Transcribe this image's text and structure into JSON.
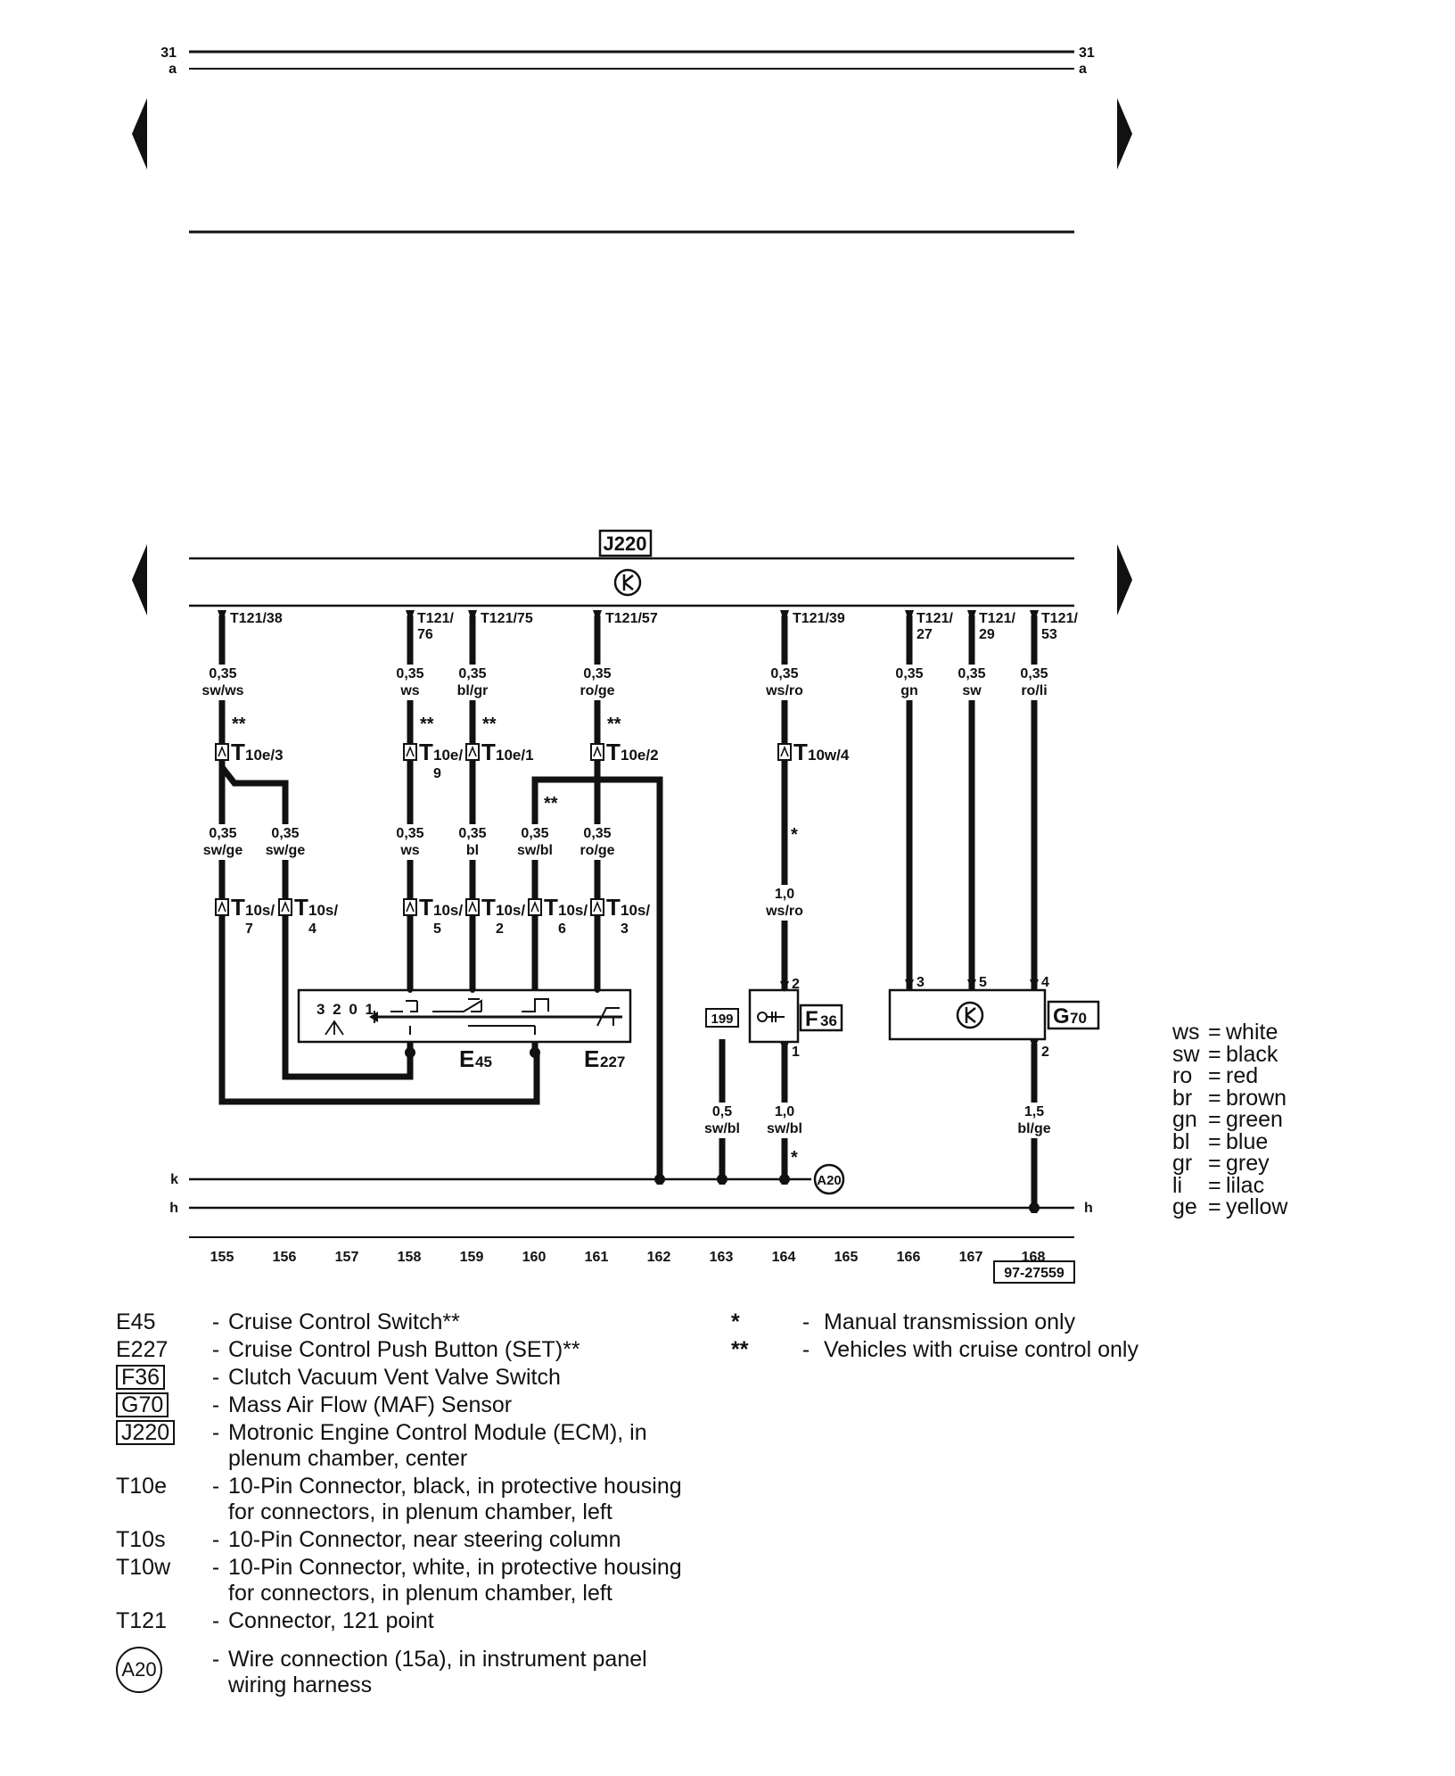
{
  "top": {
    "left_num": "31",
    "left_sub": "a",
    "right_num": "31",
    "right_sub": "a"
  },
  "ecm_label": "J220",
  "pins": {
    "p38": "T121/38",
    "p76a": "T121/",
    "p76b": "76",
    "p75": "T121/75",
    "p57": "T121/57",
    "p39": "T121/39",
    "p27a": "T121/",
    "p27b": "27",
    "p29a": "T121/",
    "p29b": "29",
    "p53a": "T121/",
    "p53b": "53"
  },
  "wires": {
    "w1a": "0,35",
    "w1b": "sw/ws",
    "w2a": "0,35",
    "w2b": "ws",
    "w3a": "0,35",
    "w3b": "bl/gr",
    "w4a": "0,35",
    "w4b": "ro/ge",
    "w5a": "0,35",
    "w5b": "ws/ro",
    "w6a": "0,35",
    "w6b": "gn",
    "w7a": "0,35",
    "w7b": "sw",
    "w8a": "0,35",
    "w8b": "ro/li",
    "w9a": "0,35",
    "w9b": "sw/ge",
    "w10a": "0,35",
    "w10b": "sw/ge",
    "w11a": "0,35",
    "w11b": "ws",
    "w12a": "0,35",
    "w12b": "bl",
    "w13a": "0,35",
    "w13b": "sw/bl",
    "w14a": "0,35",
    "w14b": "ro/ge",
    "w15a": "1,0",
    "w15b": "ws/ro",
    "w16a": "0,5",
    "w16b": "sw/bl",
    "w17a": "1,0",
    "w17b": "sw/bl",
    "w18a": "1,5",
    "w18b": "bl/ge"
  },
  "stars2": "**",
  "star1": "*",
  "connectors": {
    "t10e3_main": "T",
    "t10e3_sub": "10e/3",
    "t10e9_main": "T",
    "t10e9_sub": "10e/",
    "t10e9_num": "9",
    "t10e1_main": "T",
    "t10e1_sub": "10e/1",
    "t10e2_main": "T",
    "t10e2_sub": "10e/2",
    "t10w4_main": "T",
    "t10w4_sub": "10w/4",
    "t10s7_main": "T",
    "t10s7_sub": "10s/",
    "t10s7_num": "7",
    "t10s4_main": "T",
    "t10s4_sub": "10s/",
    "t10s4_num": "4",
    "t10s5_main": "T",
    "t10s5_sub": "10s/",
    "t10s5_num": "5",
    "t10s2_main": "T",
    "t10s2_sub": "10s/",
    "t10s2_num": "2",
    "t10s6_main": "T",
    "t10s6_sub": "10s/",
    "t10s6_num": "6",
    "t10s3_main": "T",
    "t10s3_sub": "10s/",
    "t10s3_num": "3"
  },
  "switch_positions": "3 2 0 1",
  "components": {
    "e45_main": "E",
    "e45_sub": "45",
    "e227_main": "E",
    "e227_sub": "227",
    "f36_main": "F",
    "f36_sub": "36",
    "g70_main": "G",
    "g70_sub": "70",
    "ref199": "199",
    "a20": "A20"
  },
  "component_pins": {
    "f36_top": "2",
    "f36_bot": "1",
    "g70_3": "3",
    "g70_5": "5",
    "g70_4": "4",
    "g70_2": "2"
  },
  "bus": {
    "k_left": "k",
    "h_left": "h",
    "h_right": "h"
  },
  "track_numbers": [
    "155",
    "156",
    "157",
    "158",
    "159",
    "160",
    "161",
    "162",
    "163",
    "164",
    "165",
    "166",
    "167",
    "168"
  ],
  "diagram_id": "97-27559",
  "color_legend": [
    {
      "code": "ws",
      "name": "white"
    },
    {
      "code": "sw",
      "name": "black"
    },
    {
      "code": "ro",
      "name": "red"
    },
    {
      "code": "br",
      "name": "brown"
    },
    {
      "code": "gn",
      "name": "green"
    },
    {
      "code": "bl",
      "name": "blue"
    },
    {
      "code": "gr",
      "name": "grey"
    },
    {
      "code": "li",
      "name": "lilac"
    },
    {
      "code": "ge",
      "name": "yellow"
    }
  ],
  "key": {
    "e45_code": "E45",
    "e45_desc": "Cruise Control Switch**",
    "e227_code": "E227",
    "e227_desc": "Cruise Control Push Button (SET)**",
    "f36_code": "F36",
    "f36_desc": "Clutch Vacuum Vent Valve Switch",
    "g70_code": "G70",
    "g70_desc": "Mass Air Flow (MAF) Sensor",
    "j220_code": "J220",
    "j220_desc1": "Motronic Engine Control Module (ECM), in",
    "j220_desc2": "plenum chamber, center",
    "t10e_code": "T10e",
    "t10e_desc1": "10-Pin Connector, black, in protective housing",
    "t10e_desc2": "for connectors, in plenum chamber, left",
    "t10s_code": "T10s",
    "t10s_desc": "10-Pin Connector, near steering column",
    "t10w_code": "T10w",
    "t10w_desc1": "10-Pin Connector, white, in protective housing",
    "t10w_desc2": "for connectors, in plenum chamber, left",
    "t121_code": "T121",
    "t121_desc": "Connector, 121 point",
    "a20_code": "A20",
    "a20_desc1": "Wire connection (15a), in instrument panel",
    "a20_desc2": "wiring harness",
    "dash": "-"
  },
  "notes": [
    {
      "code": "*",
      "desc": "Manual transmission only"
    },
    {
      "code": "**",
      "desc": "Vehicles with cruise control only"
    }
  ]
}
